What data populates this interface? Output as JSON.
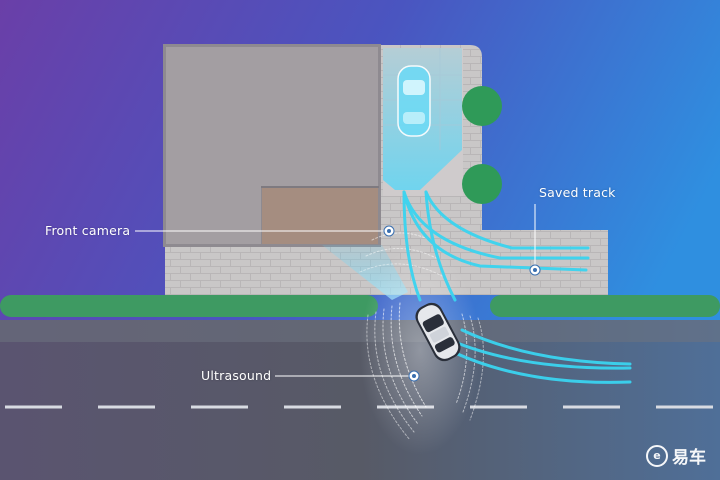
{
  "labels": {
    "front_camera": "Front camera",
    "saved_track": "Saved track",
    "ultrasound": "Ultrasound"
  },
  "watermark": {
    "text": "易车",
    "icon": "yiche-logo-icon"
  },
  "colors": {
    "bg_left": "#6a3fa8",
    "bg_right": "#2f8fe0",
    "track": "#3ad4f0",
    "building_roof": "#a39ea2",
    "garage_door": "#a58d80",
    "paving": "#c9c7c7",
    "grass": "#3e9a62",
    "tree": "#2f9a58",
    "road": "#555a63",
    "car": "#e6e8ec"
  },
  "icons": {
    "car": "car-icon",
    "parked_car": "parked-car-icon",
    "marker": "sensor-marker-icon"
  }
}
